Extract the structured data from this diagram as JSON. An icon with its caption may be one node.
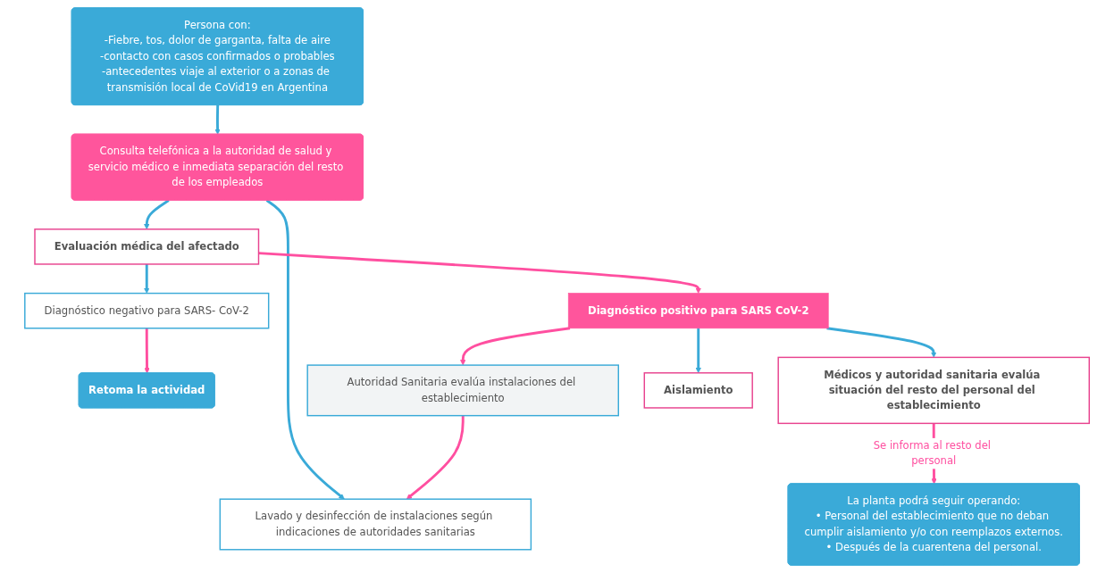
{
  "diagram": {
    "nodes": [
      {
        "text": [
          "Persona con:",
          "-Fiebre, tos, dolor de garganta, falta de aire",
          "-contacto con casos confirmados o probables",
          "-antecedentes viaje al exterior o a zonas de transmisión local de CoVid19 en Argentina"
        ]
      },
      {
        "text": [
          "Consulta telefónica a la autoridad de salud y servicio médico e inmediata separación del resto de los empleados"
        ]
      },
      {
        "text": [
          "Evaluación médica del afectado"
        ]
      },
      {
        "text": [
          "Diagnóstico negativo para SARS- CoV-2"
        ]
      },
      {
        "text": [
          "Retoma la actividad"
        ]
      },
      {
        "text": [
          "Lavado y desinfección de instalaciones según indicaciones de autoridades sanitarias"
        ]
      },
      {
        "text": [
          "Diagnóstico positivo para SARS CoV-2"
        ]
      },
      {
        "text": [
          "Autoridad Sanitaria evalúa instalaciones del establecimiento"
        ]
      },
      {
        "text": [
          "Médicos y autoridad sanitaria evalúa situación del resto del personal del establecimiento"
        ]
      },
      {
        "text": [
          "Aislamiento"
        ]
      },
      {
        "text": [
          "La planta podrá seguir operando:",
          "• Personal del establecimiento que no deban cumplir aislamiento y/o con reemplazos externos.",
          "• Después de la cuarentena del personal."
        ]
      }
    ],
    "edges": [
      {
        "from": 0,
        "to": 1,
        "arrow": "to"
      },
      {
        "from": 1,
        "to": 2,
        "arrow": "to"
      },
      {
        "from": 2,
        "to": 3,
        "arrow": "to"
      },
      {
        "from": 3,
        "to": 4,
        "arrow": "to",
        "color": "#ff4fa0"
      },
      {
        "from": 1,
        "to": 5,
        "arrow": "to"
      },
      {
        "from": 2,
        "to": 6,
        "arrow": "to",
        "color": "#ff4fa0"
      },
      {
        "from": 6,
        "to": 7,
        "arrow": "to",
        "color": "#ff4fa0"
      },
      {
        "from": 7,
        "to": 5,
        "arrow": "to",
        "color": "#ff4fa0"
      },
      {
        "from": 6,
        "to": 8,
        "arrow": "to"
      },
      {
        "from": 6,
        "to": 9,
        "arrow": "to"
      },
      {
        "from": 8,
        "to": 10,
        "arrow": "to",
        "label": "Se informa al resto del personal",
        "color": "#ff4fa0"
      }
    ]
  }
}
